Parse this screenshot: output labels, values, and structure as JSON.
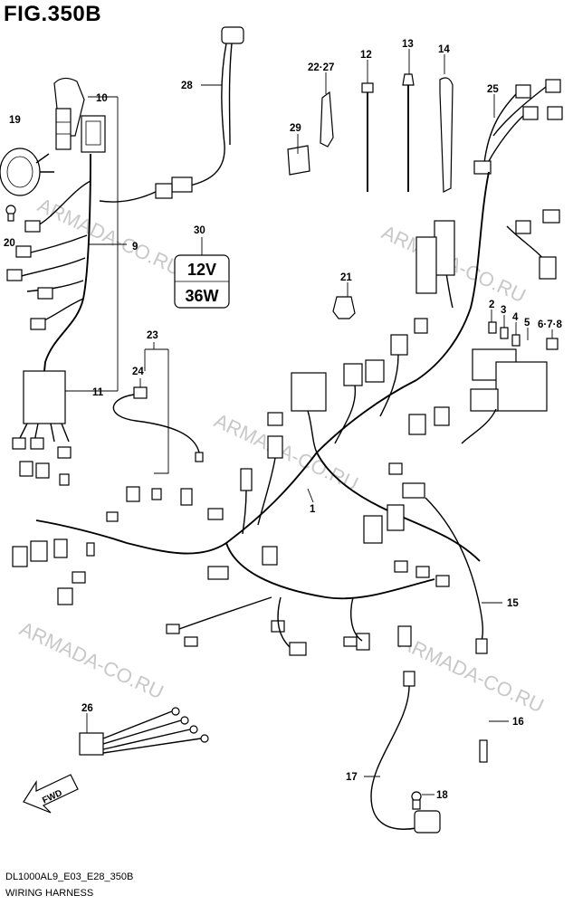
{
  "figure": {
    "title": "FIG.350B",
    "code": "DL1000AL9_E03_E28_350B",
    "name": "WIRING HARNESS"
  },
  "fuse_label": {
    "voltage": "12V",
    "wattage": "36W"
  },
  "fwd_label": "FWD",
  "watermark": "ARMADA-CO.RU",
  "callouts": {
    "c1": "1",
    "c2": "2",
    "c3": "3",
    "c4": "4",
    "c5": "5",
    "c678": "6·7·8",
    "c9": "9",
    "c10": "10",
    "c11": "11",
    "c12": "12",
    "c13": "13",
    "c14": "14",
    "c15": "15",
    "c16": "16",
    "c17": "17",
    "c18": "18",
    "c19": "19",
    "c20": "20",
    "c21": "21",
    "c2227": "22·27",
    "c23": "23",
    "c24": "24",
    "c25": "25",
    "c26": "26",
    "c28": "28",
    "c29": "29",
    "c30": "30"
  }
}
